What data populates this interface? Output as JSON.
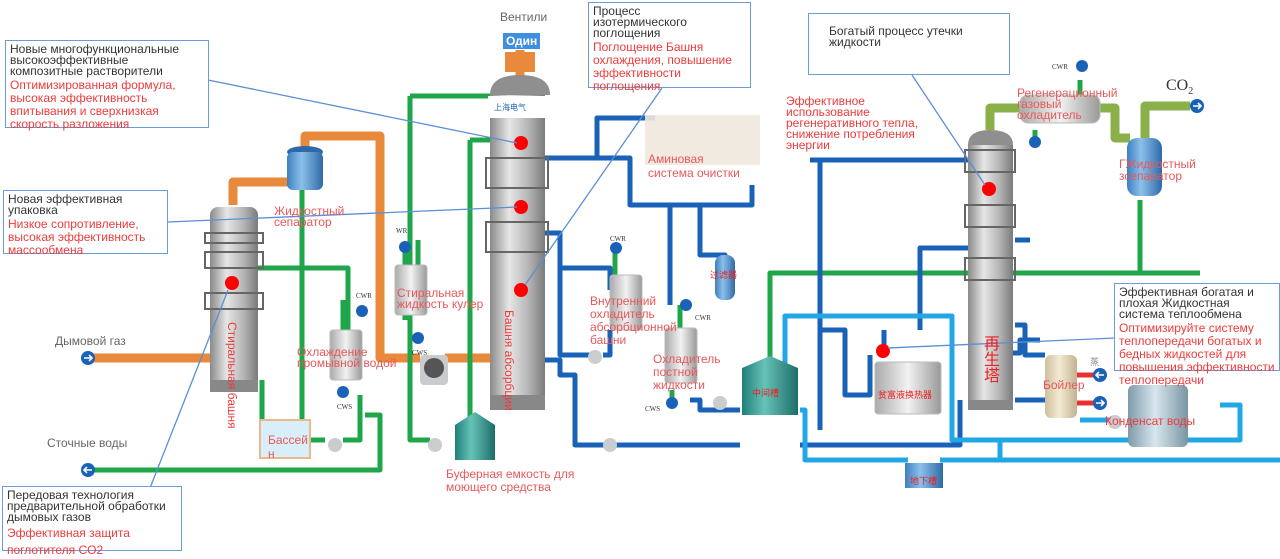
{
  "title": "Process flow diagram: CO2 capture system",
  "colors": {
    "flue_gas_pipe": "#e8893c",
    "wash_water_pipe": "#1fa64a",
    "rich_lean_pipe": "#1a62b8",
    "cooling_pipe": "#22a7e6",
    "regen_gas_pipe": "#8ab04a",
    "steam_pipe": "#e83030",
    "callout_border": "#6b9bd8",
    "highlight_text": "#ee3b3b",
    "marker": "#ff0000"
  },
  "inputs": {
    "flue_gas": "Дымовой газ",
    "waste_water": "Сточные воды",
    "co2_out": "CO",
    "co2_sub": "2"
  },
  "stack": {
    "vent_label": "Вентили",
    "badge": "Один",
    "logo_text": "上海电气"
  },
  "equipment": {
    "wash_tower": "Стиральная башня",
    "liquid_separator_1": "Жидкостный сепаратор",
    "wash_cooling": "Охлаждение промывной водой",
    "wash_liquid_cooler": "Стиральная жидкость кулер",
    "pool": "Бассей н",
    "buffer_tank": "Буферная емкость для моющего средства",
    "absorption_tower": "Башня абсорбции",
    "amine_system": "Аминовая система очистки",
    "inner_cooler": "Внутренний охладитель абсорбционной башни",
    "lean_cooler": "Охладитель постной жидкости",
    "filter_zh": "过滤器",
    "mid_tank_zh": "中间槽",
    "rich_lean_hx_zh": "贫富液换热器",
    "underground_tank_zh": "地下槽",
    "regen_tower_zh": "再生塔",
    "regen_gas_cooler": "Регенерационный газовый охладитель",
    "gas_liquid_separator": "ГЖидкостный зсепаратор",
    "boiler": "Бойлер",
    "condensate": "Конденсат воды",
    "steam_zh": "蒸"
  },
  "utility_tags": {
    "cwr": "CWR",
    "cws": "CWS",
    "wr": "WR"
  },
  "callouts": [
    {
      "id": "solvent",
      "heading": "Новые многофункциональные высокоэффективные композитные растворители",
      "body": "Оптимизированная формула, высокая эффективность впитывания и сверхнизкая скорость разложения"
    },
    {
      "id": "packing",
      "heading": "Новая эффективная упаковка",
      "body": "Низкое сопротивление, высокая эффективность массообмена"
    },
    {
      "id": "pretreatment",
      "heading": "Передовая технология предварительной обработки дымовых газов",
      "body": "Эффективная защита поглотителя CO2"
    },
    {
      "id": "isothermal",
      "heading": "Процесс изотермического поглощения",
      "body": "Поглощение Башня охлаждения, повышение эффективности поглощения"
    },
    {
      "id": "rich_leak",
      "heading": "Богатый процесс утечки жидкости",
      "body": ""
    },
    {
      "id": "heat_exchange",
      "heading": "Эффективная богатая и плохая Жидкостная система теплообмена",
      "body": "Оптимизируйте систему теплопередачи богатых и бедных жидкостей для повышения эффективности теплопередачи"
    }
  ],
  "regen_heat_note": "Эффективное использование регенеративного тепла, снижение потребления энергии"
}
